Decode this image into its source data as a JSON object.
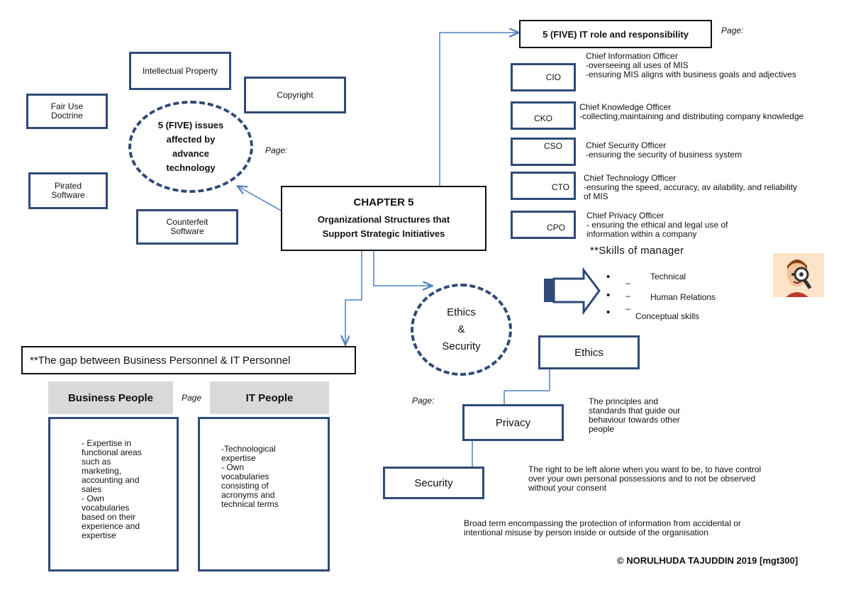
{
  "central": {
    "chapter": "CHAPTER 5",
    "subtitle_line1": "Organizational Structures that",
    "subtitle_line2": "Support Strategic Initiatives"
  },
  "issues": {
    "circle_lines": [
      "5 (FIVE) issues",
      "affected by",
      "advance",
      "technology"
    ],
    "page_label": "Page:",
    "items": {
      "intellectual_property": "Intellectual Property",
      "copyright": "Copyright",
      "fair_use_line1": "Fair Use",
      "fair_use_line2": "Doctrine",
      "pirated_line1": "Pirated",
      "pirated_line2": "Software",
      "counterfeit_line1": "Counterfeit",
      "counterfeit_line2": "Software"
    }
  },
  "it_roles": {
    "title": "5 (FIVE) IT role and responsibility",
    "page_label": "Page:",
    "roles": [
      {
        "abbr": "CIO",
        "title": "Chief Information Officer",
        "desc": [
          "-overseeing all uses of MIS",
          "-ensuring MIS aligns with business goals and adjectives"
        ]
      },
      {
        "abbr": "CKO",
        "title": "Chief Knowledge Officer",
        "desc": [
          "-collecting,maintaining and distributing company knowledge"
        ]
      },
      {
        "abbr": "CSO",
        "title": "Chief Security Officer",
        "desc": [
          "-ensuring the security of business system"
        ]
      },
      {
        "abbr": "CTO",
        "title": "Chief Technology Officer",
        "desc": [
          "-ensuring the speed, accuracy, av ailability, and reliability",
          "of MIS"
        ]
      },
      {
        "abbr": "CPO",
        "title": "Chief Privacy Officer",
        "desc": [
          "- ensuring the ethical and legal use of",
          "information within a company"
        ]
      }
    ]
  },
  "skills": {
    "title": "**Skills of manager",
    "items": [
      "Technical",
      "Human Relations",
      "Conceptual skills"
    ]
  },
  "ethics_security": {
    "circle_lines": [
      "Ethics",
      "&",
      "Security"
    ],
    "page_label": "Page:",
    "ethics": "Ethics",
    "privacy": "Privacy",
    "security": "Security",
    "ethics_def": [
      "The principles and",
      "standards that guide our",
      "behaviour towards other",
      "people"
    ],
    "privacy_def": [
      "The right to be left alone when you want to be, to have control",
      "over your own personal possessions and to not be observed",
      "without your consent"
    ],
    "security_def": [
      "Broad term encompassing the protection of information from accidental or",
      "intentional misuse by person inside or outside of the organisation"
    ]
  },
  "gap": {
    "title": "**The gap between Business Personnel & IT Personnel",
    "business_header": "Business People",
    "page_label": "Page",
    "it_header": "IT People",
    "business_lines": [
      "- Expertise in",
      "functional areas",
      "such as",
      "marketing,",
      "accounting and",
      "sales",
      "- Own",
      "vocabularies",
      "based on their",
      "experience and",
      "expertise"
    ],
    "it_lines": [
      "-Technological",
      "expertise",
      "- Own",
      "vocabularies",
      "consisting of",
      "acronyms and",
      "technical terms"
    ]
  },
  "copyright": "© NORULHUDA TAJUDDIN 2019 [mgt300]",
  "colors": {
    "box_border": "#2f4a78",
    "arrow": "#4f81bd",
    "header_gray": "#d9d9d9"
  }
}
